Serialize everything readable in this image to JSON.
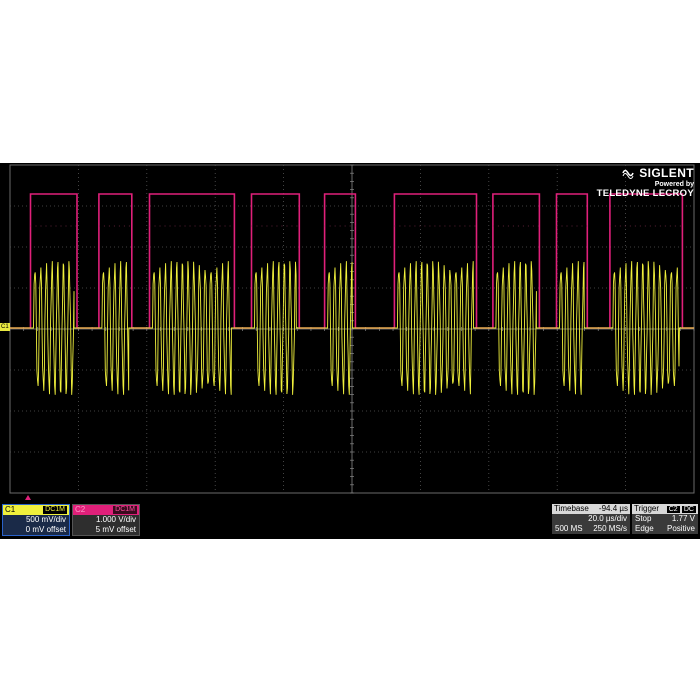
{
  "brand": {
    "logo_text": "SIGLENT",
    "powered_by": "Powered by",
    "corporate": "TELEDYNE LECROY"
  },
  "channel1": {
    "label": "C1",
    "coupling": "DC1M",
    "scale": "500 mV/div",
    "offset": "0 mV offset",
    "marker": "C1",
    "color": "#f0f03c"
  },
  "channel2": {
    "label": "C2",
    "coupling": "DC1M",
    "scale": "1.000 V/div",
    "offset": "5 mV offset",
    "color": "#e0207a"
  },
  "timebase": {
    "title": "Timebase",
    "delay": "-94.4 µs",
    "scale": "20.0 µs/div",
    "memory": "500 MS",
    "sample_rate": "250 MS/s"
  },
  "trigger": {
    "title": "Trigger",
    "source": "C2",
    "coupling": "DC",
    "mode": "Stop",
    "level": "1.77 V",
    "type": "Edge",
    "slope": "Positive"
  },
  "waveform": {
    "burst_ranges_div": [
      [
        0.3,
        0.98
      ],
      [
        1.3,
        1.78
      ],
      [
        2.04,
        3.28
      ],
      [
        3.53,
        4.23
      ],
      [
        4.6,
        5.05
      ],
      [
        5.62,
        6.82
      ],
      [
        7.06,
        7.74
      ],
      [
        7.99,
        8.44
      ],
      [
        8.77,
        9.83
      ]
    ],
    "cycles_per_div": 12,
    "time_divisions": 10,
    "voltage_divisions": 8
  }
}
